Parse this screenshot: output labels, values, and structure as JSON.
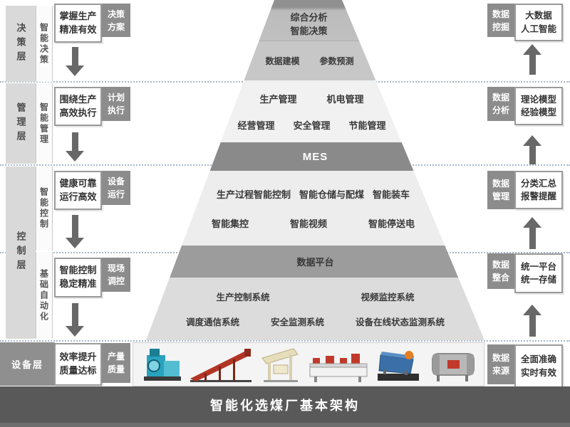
{
  "diagram_title": "智能化选煤厂基本架构",
  "layers": {
    "decision": "决策层",
    "management": "管理层",
    "control": "控制层",
    "device": "设备层"
  },
  "sublayers": {
    "smart_decision": "智能决策",
    "smart_management": "智能管理",
    "smart_control": "智能控制",
    "basic_automation": "基础自动化"
  },
  "left_goals": [
    {
      "line1": "掌握生产",
      "line2": "精准有效",
      "tag1": "决策",
      "tag2": "方案"
    },
    {
      "line1": "围绕生产",
      "line2": "高效执行",
      "tag1": "计划",
      "tag2": "执行"
    },
    {
      "line1": "健康可靠",
      "line2": "运行高效",
      "tag1": "设备",
      "tag2": "运行"
    },
    {
      "line1": "智能控制",
      "line2": "稳定精准",
      "tag1": "现场",
      "tag2": "调控"
    },
    {
      "line1": "效率提升",
      "line2": "质量达标",
      "tag1": "产量",
      "tag2": "质量"
    }
  ],
  "right_data": [
    {
      "tag1": "数据",
      "tag2": "挖掘",
      "line1": "大数据",
      "line2": "人工智能"
    },
    {
      "tag1": "数据",
      "tag2": "分析",
      "line1": "理论模型",
      "line2": "经验模型"
    },
    {
      "tag1": "数据",
      "tag2": "管理",
      "line1": "分类汇总",
      "line2": "报警提醒"
    },
    {
      "tag1": "数据",
      "tag2": "整合",
      "line1": "统一平台",
      "line2": "统一存储"
    },
    {
      "tag1": "数据",
      "tag2": "来源",
      "line1": "全面准确",
      "line2": "实时有效"
    }
  ],
  "pyramid": {
    "apex_line1": "综合分析",
    "apex_line2": "智能决策",
    "row_model": [
      "数据建模",
      "参数预测"
    ],
    "row_mgmt1": [
      "生产管理",
      "机电管理"
    ],
    "row_mgmt2": [
      "经营管理",
      "安全管理",
      "节能管理"
    ],
    "mes_label": "MES",
    "row_ctrl1": [
      "生产过程智能控制",
      "智能仓储与配煤",
      "智能装车"
    ],
    "row_ctrl2": [
      "智能集控",
      "智能视频",
      "智能停送电"
    ],
    "platform_label": "数据平台",
    "row_sys1": [
      "生产控制系统",
      "视频监控系统"
    ],
    "row_sys2": [
      "调度通信系统",
      "安全监测系统",
      "设备在线状态监测系统"
    ]
  },
  "machines": [
    {
      "icon": "coal-washer-icon",
      "color": "#2aa3bd"
    },
    {
      "icon": "belt-conveyor-icon",
      "color": "#b23524"
    },
    {
      "icon": "screening-plant-icon",
      "color": "#e6ddbb"
    },
    {
      "icon": "flotation-machine-icon",
      "color": "#c0392b"
    },
    {
      "icon": "vibrating-screen-icon",
      "color": "#3a6fa8"
    },
    {
      "icon": "drum-separator-icon",
      "color": "#b8b8b8"
    }
  ],
  "colors": {
    "tag_gray": "#8c8c8c",
    "panel_gray": "#d9d9d9",
    "mes_bar": "#8a8a8a",
    "platform_bar": "#9c9c9c",
    "bottom_bar": "#595959",
    "arrow_gray": "#686868"
  }
}
